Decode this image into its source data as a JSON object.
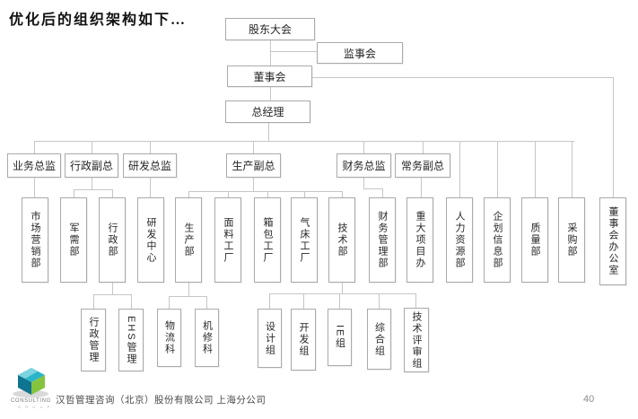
{
  "slide": {
    "title": "优化后的组织架构如下…",
    "page_number": "40"
  },
  "footer": {
    "logo_icon": "consulting-cube-logo",
    "logo_text": "CONSULTING",
    "logo_subtext": "G R O U P",
    "company": "汉哲管理咨询（北京）股份有限公司 上海分公司"
  },
  "colors": {
    "box_border": "#aaaaaa",
    "connector_line": "#c6c6c6",
    "node_text": "#262626",
    "page_number_text": "#8c8c8c",
    "logo_teal": "#2ab4c7",
    "logo_dark_teal": "#0e7490",
    "logo_green": "#86c440"
  },
  "org": {
    "level1": {
      "shareholders": "股东大会",
      "supervisory": "监事会",
      "board": "董事会",
      "gm": "总经理"
    },
    "level2": [
      "业务总监",
      "行政副总",
      "研发总监",
      "生产副总",
      "财务总监",
      "常务副总"
    ],
    "level3": [
      "市场营销部",
      "军需部",
      "行政部",
      "研发中心",
      "生产部",
      "面料工厂",
      "箱包工厂",
      "气床工厂",
      "技术部",
      "财务管理部",
      "重大项目办",
      "人力资源部",
      "企划信息部",
      "质量部",
      "采购部",
      "董事会办公室"
    ],
    "level4": [
      "行政管理",
      "EHS管理",
      "物流科",
      "机修科",
      "设计组",
      "开发组",
      "IE组",
      "综合组",
      "技术评审组"
    ]
  }
}
